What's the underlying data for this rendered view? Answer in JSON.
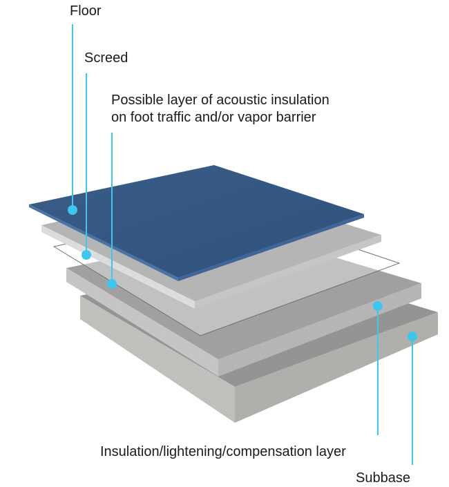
{
  "diagram": {
    "layers": [
      {
        "id": "floor",
        "label": "Floor",
        "color": "#34567f"
      },
      {
        "id": "screed",
        "label": "Screed",
        "color": "#b9b9b9"
      },
      {
        "id": "acoustic",
        "label_lines": [
          "Possible layer of acoustic insulation",
          "on foot traffic and/or vapor barrier"
        ],
        "color": "#f2f2f2"
      },
      {
        "id": "insulation",
        "label": "Insulation/lightening/compensation layer",
        "color": "#a9a9a9"
      },
      {
        "id": "subbase",
        "label": "Subbase",
        "color": "#9d9d9d"
      }
    ],
    "leader_color": "#3cc8ee"
  }
}
